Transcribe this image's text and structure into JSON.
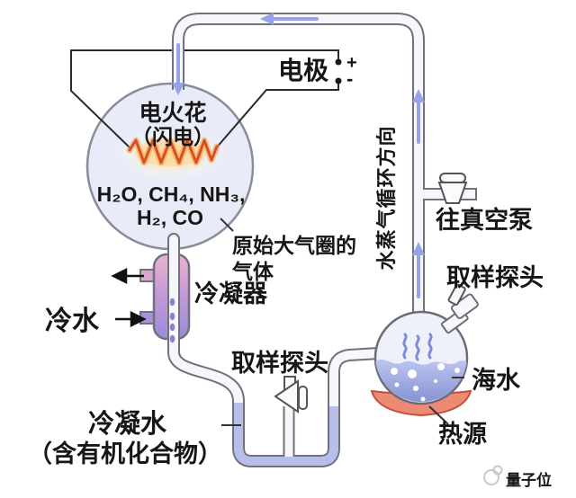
{
  "labels": {
    "electrode": "电极",
    "plus": "+",
    "minus": "-",
    "spark_line1": "电火花",
    "spark_line2": "（闪电）",
    "gases_line1": "H₂O, CH₄, NH₃,",
    "gases_line2": "H₂, CO",
    "atmosphere_line1": "原始大气圈的",
    "atmosphere_line2": "气体",
    "condenser": "冷凝器",
    "cold_water": "冷水",
    "vapor_direction": "水蒸气循环方向",
    "to_vacuum_pump": "往真空泵",
    "sampling_probe_right": "取样探头",
    "sampling_probe_bottom": "取样探头",
    "sea_water": "海水",
    "heat_source": "热源",
    "condensed_water_line1": "冷凝水",
    "condensed_water_line2": "（含有机化合物）",
    "watermark": "量子位"
  },
  "colors": {
    "flask_fill": "#e9ecf8",
    "tube_wall": "#70717c",
    "tube_inner": "#f6f7fb",
    "liquid": "#b5bfe9",
    "arrow": "#98a2e8",
    "spark_core": "#da4f20",
    "spark_glow": "#f0a050",
    "condenser_top": "#ecb2ce",
    "condenser_bottom": "#9a8bd8",
    "droplet": "#8f7ed6",
    "sea_water_fill": "#a3aee4",
    "heat_dish": "#ec8a74",
    "wire": "#2a2a2a",
    "watermark_gray": "#c8c8c8"
  }
}
